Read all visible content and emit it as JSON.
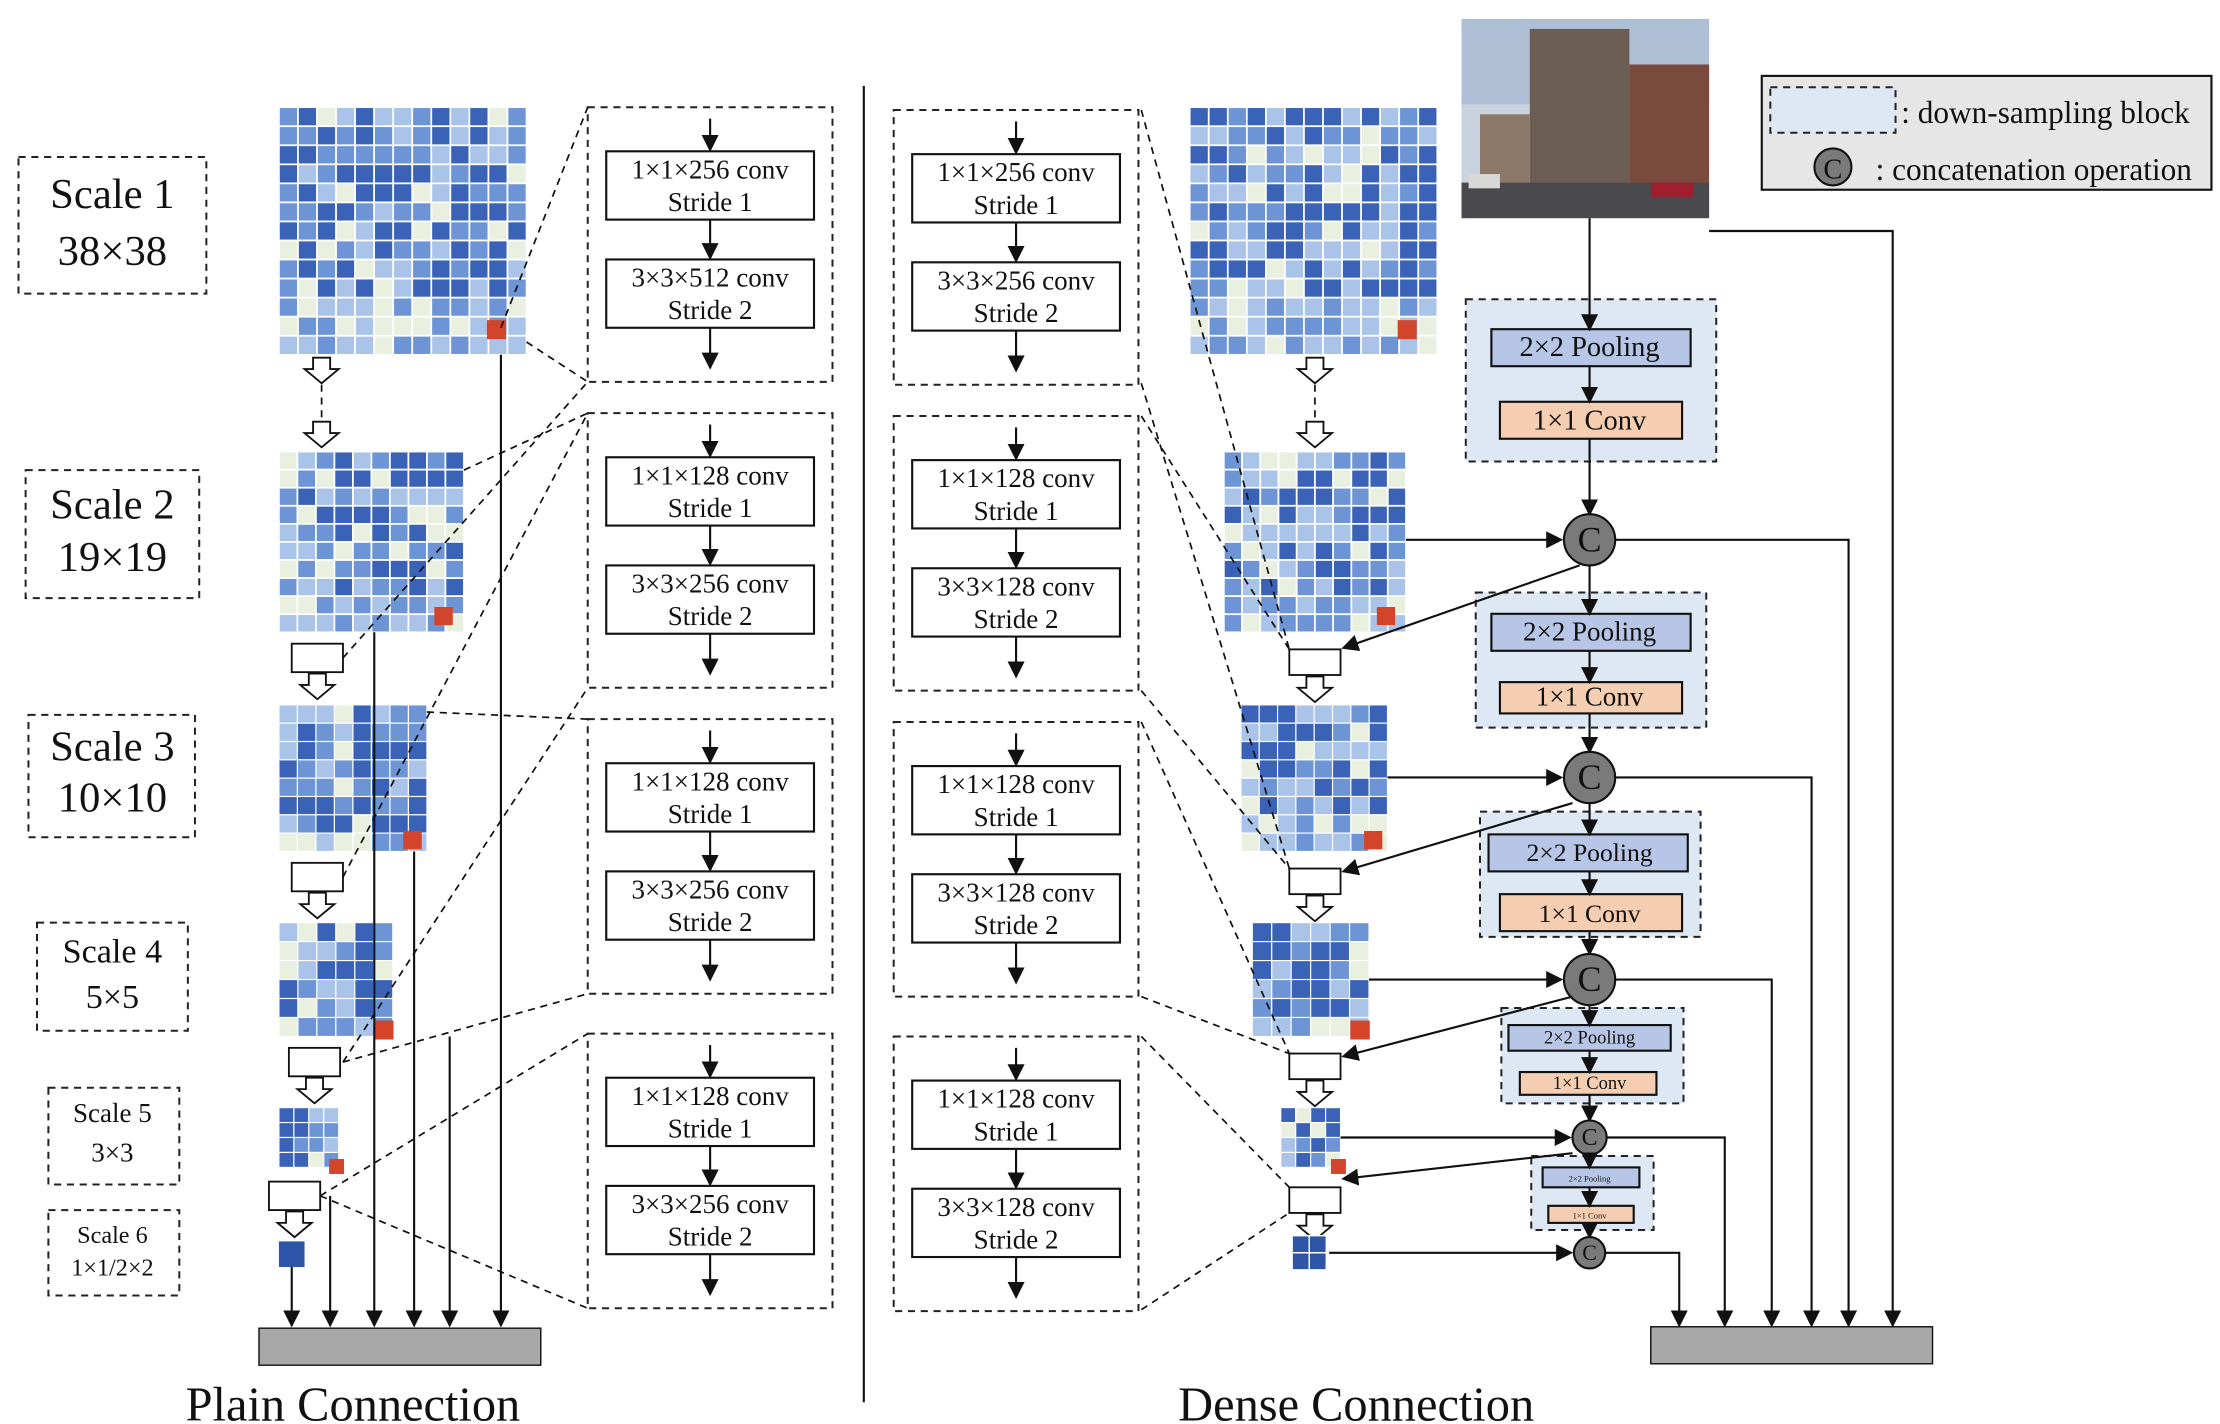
{
  "scales": [
    {
      "name": "Scale 1",
      "size": "38×38"
    },
    {
      "name": "Scale 2",
      "size": "19×19"
    },
    {
      "name": "Scale 3",
      "size": "10×10"
    },
    {
      "name": "Scale 4",
      "size": "5×5"
    },
    {
      "name": "Scale 5",
      "size": "3×3"
    },
    {
      "name": "Scale 6",
      "size": "1×1/2×2"
    }
  ],
  "plain_blocks": [
    {
      "a": "1×1×256 conv",
      "b": "Stride 1",
      "c": "3×3×512 conv",
      "d": "Stride 2"
    },
    {
      "a": "1×1×128 conv",
      "b": "Stride 1",
      "c": "3×3×256 conv",
      "d": "Stride 2"
    },
    {
      "a": "1×1×128 conv",
      "b": "Stride 1",
      "c": "3×3×256 conv",
      "d": "Stride 2"
    },
    {
      "a": "1×1×128 conv",
      "b": "Stride 1",
      "c": "3×3×256 conv",
      "d": "Stride 2"
    }
  ],
  "dense_blocks": [
    {
      "a": "1×1×256 conv",
      "b": "Stride 1",
      "c": "3×3×256 conv",
      "d": "Stride 2"
    },
    {
      "a": "1×1×128 conv",
      "b": "Stride 1",
      "c": "3×3×128 conv",
      "d": "Stride 2"
    },
    {
      "a": "1×1×128 conv",
      "b": "Stride 1",
      "c": "3×3×128 conv",
      "d": "Stride 2"
    },
    {
      "a": "1×1×128 conv",
      "b": "Stride 1",
      "c": "3×3×128 conv",
      "d": "Stride 2"
    }
  ],
  "downsampling": {
    "pool": "2×2 Pooling",
    "conv": "1×1 Conv"
  },
  "concat_symbol": "C",
  "legend": {
    "block": ": down-sampling block",
    "concat": ": concatenation operation",
    "symbol": "C"
  },
  "captions": {
    "plain": "Plain Connection",
    "dense": "Dense Connection"
  },
  "colors": {
    "pool": "#b7c6e6",
    "conv": "#f5cdb0",
    "block_bg": "#dde8f4",
    "concat": "#7a7a7a",
    "bar": "#a8a8a8",
    "legend_bg": "#e6e6e6",
    "heat": "#3a63b8"
  }
}
